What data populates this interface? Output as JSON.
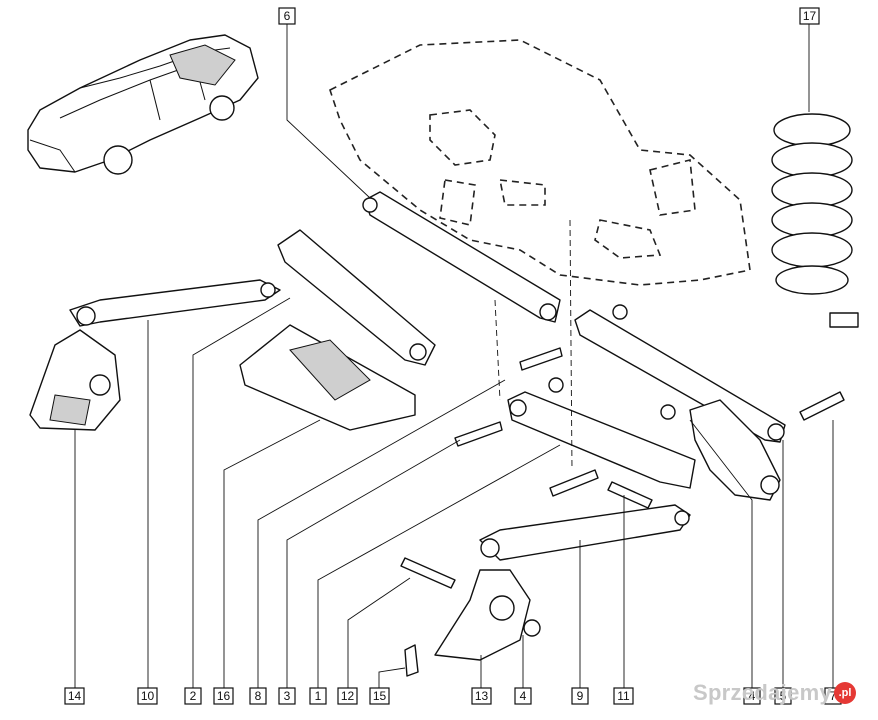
{
  "diagram": {
    "callouts": [
      "6",
      "17",
      "14",
      "10",
      "2",
      "16",
      "8",
      "3",
      "1",
      "12",
      "15",
      "13",
      "4",
      "9",
      "11",
      "4",
      "5",
      "7"
    ],
    "colors": {
      "line": "#111111",
      "shade": "#cfcfcf",
      "watermark": "#c8c8c8",
      "badge": "#e53935"
    }
  },
  "watermark": {
    "text": "Sprzedajemy",
    "badge": ".pl"
  }
}
